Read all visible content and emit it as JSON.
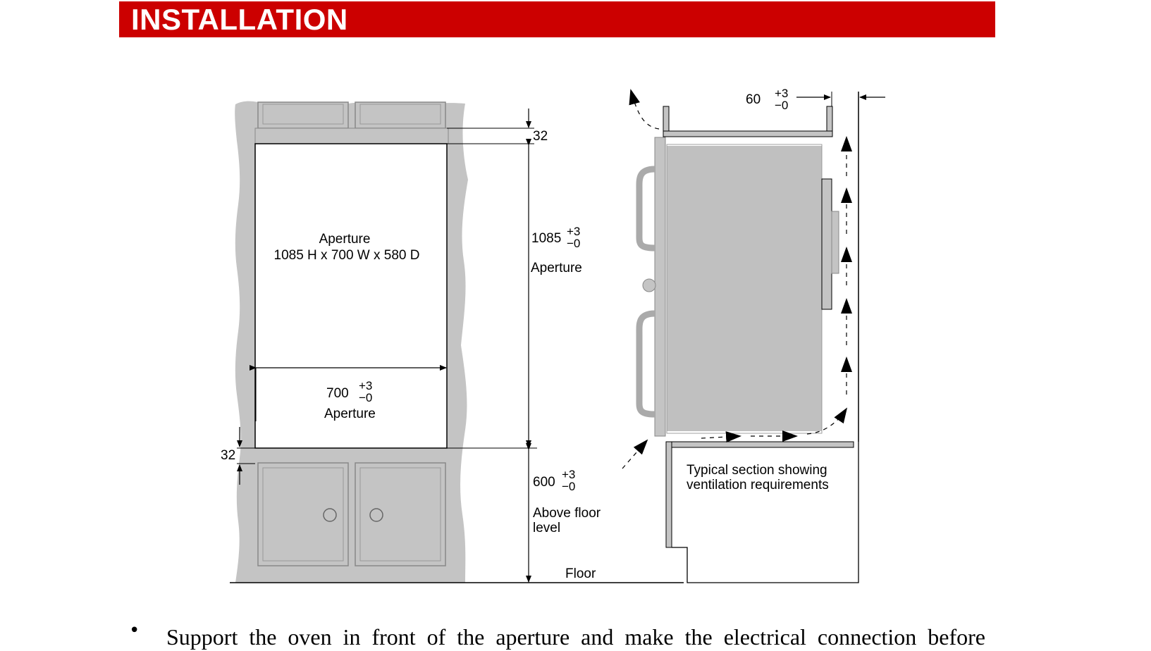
{
  "header": {
    "title": "INSTALLATION"
  },
  "colors": {
    "accent": "#cc0000",
    "cabinet": "#c4c4c4",
    "appliance": "#c0c0c0"
  },
  "diagram_front": {
    "aperture_label": "Aperture",
    "aperture_size": "1085 H x 700 W x 580 D",
    "top_gap": "32",
    "height_value": "1085",
    "height_label": "Aperture",
    "width_value": "700",
    "width_label": "Aperture",
    "bottom_gap": "32",
    "floor_height_value": "600",
    "floor_height_label_line1": "Above floor",
    "floor_height_label_line2": "level",
    "floor_label": "Floor",
    "tolerance_plus": "+3",
    "tolerance_minus": "−0"
  },
  "diagram_section": {
    "rear_gap_value": "60",
    "caption_line1": "Typical section showing",
    "caption_line2": "ventilation requirements"
  },
  "body": {
    "bullet_1": "Support the oven in front of the aperture and make the electrical connection before"
  }
}
